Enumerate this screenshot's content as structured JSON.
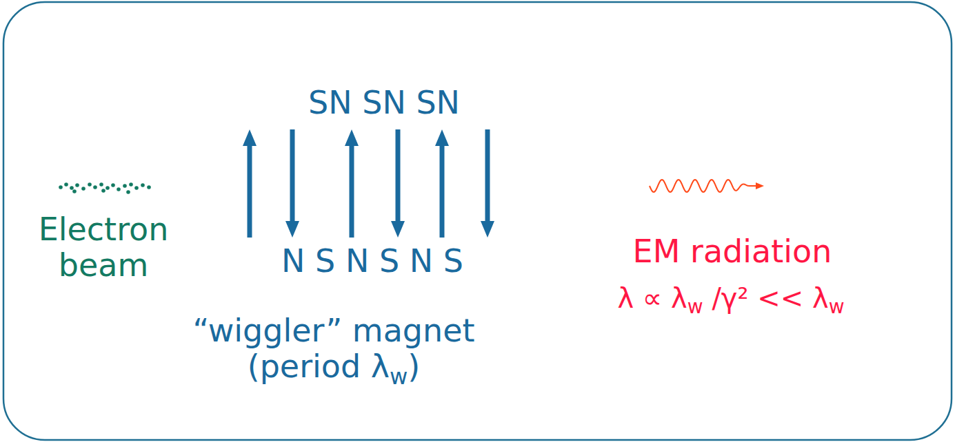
{
  "diagram": {
    "labels": [
      "Electron beam",
      "SN SN SN",
      "N S N S N S",
      "“wiggler” magnet (period λw)",
      "EM radiation",
      "λ ∝ λw /γ² << λw"
    ]
  }
}
